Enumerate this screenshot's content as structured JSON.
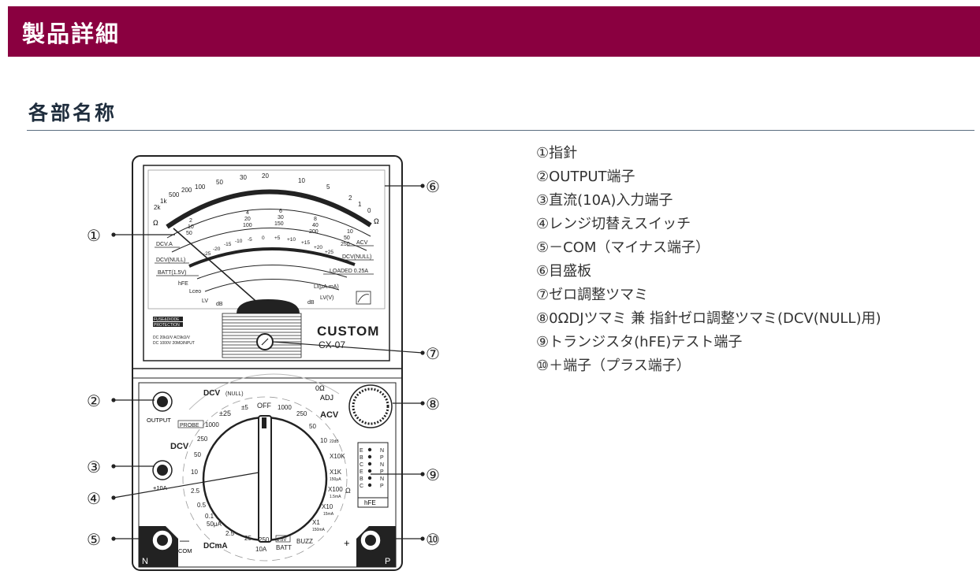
{
  "header": {
    "title": "製品詳細"
  },
  "section": {
    "title": "各部名称"
  },
  "parts_list": [
    "①指針",
    "②OUTPUT端子",
    "③直流(10A)入力端子",
    "④レンジ切替えスイッチ",
    "⑤－COM（マイナス端子）",
    "⑥目盛板",
    "⑦ゼロ調整ツマミ",
    "⑧0ΩDJツマミ 兼 指針ゼロ調整ツマミ(DCV(NULL)用)",
    "⑨トランジスタ(hFE)テスト端子",
    "⑩＋端子（プラス端子）"
  ],
  "figure": {
    "callouts": [
      "①",
      "②",
      "③",
      "④",
      "⑤",
      "⑥",
      "⑦",
      "⑧",
      "⑨",
      "⑩"
    ],
    "brand": "CUSTOM",
    "model": "CX-07",
    "fuse_label_1": "FUSE&DIODE",
    "fuse_label_2": "PROTECTION",
    "spec_line_1": "DC 20kΩ/V   AC9kΩ/V",
    "spec_line_2": "DC 1000V 20MΩINPUT",
    "scale_labels": {
      "ohm_top": [
        "2k",
        "1k",
        "500",
        "200",
        "100",
        "50",
        "30",
        "20",
        "10",
        "5",
        "2",
        "1",
        "0"
      ],
      "ohm_left": "Ω",
      "ohm_right": "Ω",
      "mid1": [
        "2",
        "10",
        "50",
        "4",
        "20",
        "100",
        "6",
        "30",
        "150",
        "8",
        "40",
        "200",
        "10",
        "50",
        "250"
      ],
      "null": [
        "-25",
        "-20",
        "-15",
        "-10",
        "-5",
        "0",
        "+5",
        "+10",
        "+15",
        "+20",
        "+25"
      ],
      "acv": "ACV",
      "dcv_a": "DCV.A",
      "dcv_null": "DCV(NULL)",
      "dcv_null_r": "DCV(NULL)",
      "batt": "BATT(1.5V)",
      "loaded": "LOADED 0.25A",
      "hfe": "hFE",
      "lceo": "Lceo",
      "lv": "LV",
      "db": "dB",
      "li": "LI(μA.mA)",
      "lvv": "LV(V)",
      "db_r": "dB"
    },
    "panel_labels": {
      "dcv_null": "DCV",
      "dcv_null_sub": "(NULL)",
      "off": "OFF",
      "pm5": "±5",
      "pm25": "±25",
      "probe": "PROBE",
      "r1000_l": "1000",
      "r250_l": "250",
      "dcv": "DCV",
      "r50_l": "50",
      "r10_l": "10",
      "r2_5": "2.5",
      "r0_5": "0.5",
      "r0_1": "0.1",
      "r50ua": "50μA",
      "r2_5b": "2.5",
      "dcma": "DCmA",
      "r25": "25",
      "r250b": "250",
      "r10a": "10A",
      "batt15": "1.5V",
      "batt": "BATT",
      "buzz": "BUZZ",
      "zero_ohm": "0Ω",
      "adj": "ADJ",
      "acv": "ACV",
      "r1000_r": "1000",
      "r250_r": "250",
      "r50_r": "50",
      "r10_r": "10",
      "r10_r_sub": "22dB",
      "x10k": "X10K",
      "x1k": "X1K",
      "x1k_sub": "150μA",
      "x100": "X100",
      "x100_sub": "1.5mA",
      "ohm": "Ω",
      "x10": "X10",
      "x10_sub": "15mA",
      "x1": "X1",
      "x1_sub": "150mA",
      "output": "OUTPUT",
      "plus10a": "+10A",
      "com_minus": "—",
      "com": "COM",
      "plus": "+",
      "n": "N",
      "p": "P",
      "hfe": "hFE",
      "ebc_left": [
        "E",
        "B",
        "C",
        "E",
        "B",
        "C"
      ],
      "np_right": [
        "N",
        "P",
        "N",
        "P",
        "N",
        "P"
      ]
    }
  }
}
